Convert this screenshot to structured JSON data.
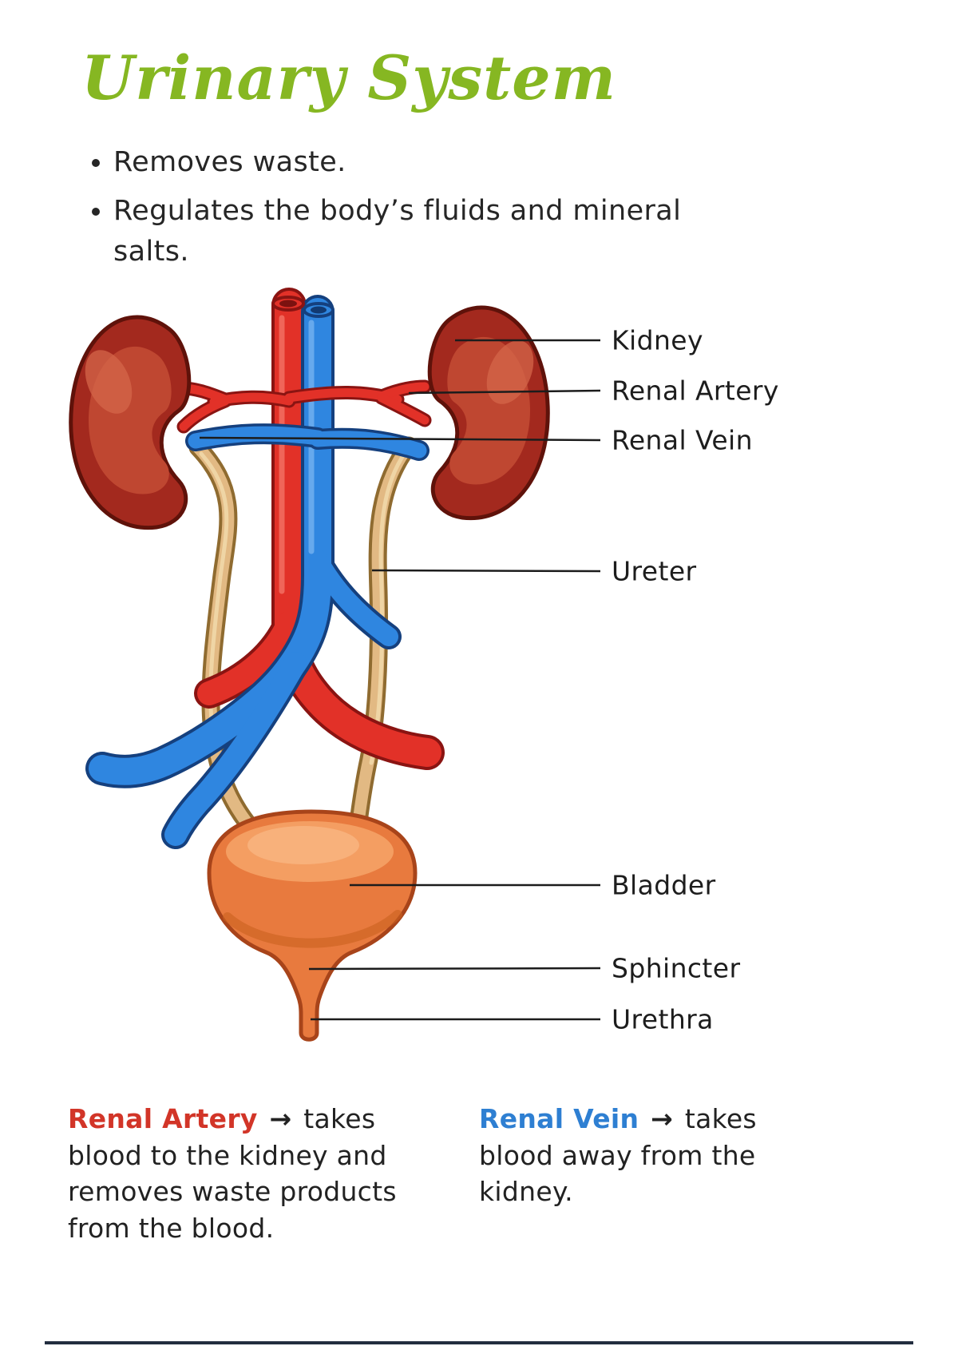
{
  "title": "Urinary System",
  "bullets": [
    "Removes waste.",
    "Regulates the body’s fluids and mineral salts."
  ],
  "diagram_labels": {
    "kidney": "Kidney",
    "renal_artery": "Renal Artery",
    "renal_vein": "Renal Vein",
    "ureter": "Ureter",
    "bladder": "Bladder",
    "sphincter": "Sphincter",
    "urethra": "Urethra"
  },
  "notes": {
    "artery": {
      "term": "Renal Artery",
      "arrow": "→",
      "text": "takes blood to the kidney and removes waste products from the blood."
    },
    "vein": {
      "term": "Renal Vein",
      "arrow": "→",
      "text": "takes blood away from the kidney."
    }
  },
  "colors": {
    "title_green": "#86b722",
    "artery_red": "#e23128",
    "vein_blue": "#2f86e0",
    "kidney_red": "#a3291e",
    "ureter_tan": "#e2b983",
    "bladder_orange": "#e87a3e",
    "note_term_red": "#d23528",
    "note_term_blue": "#2e7fd2",
    "text_dark": "#222222"
  }
}
